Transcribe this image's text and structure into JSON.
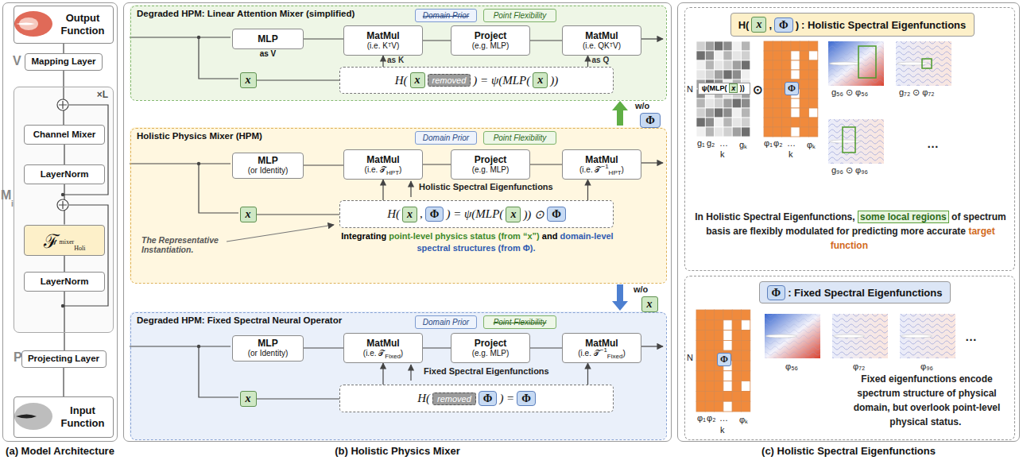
{
  "diagram": {
    "nodes": [
      {
        "text": [
          "(a) Model Architecture"
        ]
      },
      {
        "text": [
          "Output Function"
        ],
        "in": 0
      },
      {
        "text": [
          "Mapping Layer"
        ],
        "in": 0
      },
      {
        "text": [
          "×L"
        ],
        "in": 0
      },
      {
        "text": [
          "Channel Mixer"
        ],
        "in": 3
      },
      {
        "text": [
          "LayerNorm"
        ],
        "in": 3
      },
      {
        "text": [
          "ℱ",
          "mixer",
          "Holi"
        ],
        "in": 3
      },
      {
        "text": [
          "LayerNorm"
        ],
        "in": 3
      },
      {
        "text": [
          "Projecting Layer"
        ],
        "in": 0
      },
      {
        "text": [
          "Input Function"
        ],
        "in": 0
      },
      {
        "text": [
          "(b) Holistic Physics Mixer"
        ]
      },
      {
        "text": [
          "Degraded HPM: Linear Attention Mixer (simplified)"
        ],
        "in": 10
      },
      {
        "text": [
          "Domain Prior"
        ],
        "in": 11
      },
      {
        "text": [
          "Point Flexibility"
        ],
        "in": 11
      },
      {
        "text": [
          "MLP",
          "as V"
        ],
        "in": 11
      },
      {
        "text": [
          "MatMul",
          "(i.e. KᵀV)"
        ],
        "in": 11
      },
      {
        "text": [
          "Project",
          "(e.g. MLP)"
        ],
        "in": 11
      },
      {
        "text": [
          "MatMul",
          "(i.e. QKᵀV)"
        ],
        "in": 11
      },
      {
        "text": [
          "x"
        ],
        "in": 11
      },
      {
        "text": [
          "H(",
          ") = ψ(MLP(",
          "))"
        ],
        "in": 11
      },
      {
        "text": [
          "x"
        ],
        "in": 19
      },
      {
        "text": [
          "removed"
        ],
        "in": 19
      },
      {
        "text": [
          "x"
        ],
        "in": 19
      },
      {
        "text": [
          "Φ"
        ],
        "in": 10
      },
      {
        "text": [
          "Holistic Physics Mixer (HPM)"
        ],
        "in": 10
      },
      {
        "text": [
          "Domain Prior"
        ],
        "in": 24
      },
      {
        "text": [
          "Point Flexibility"
        ],
        "in": 24
      },
      {
        "text": [
          "MLP",
          "(or Identity)"
        ],
        "in": 24
      },
      {
        "text": [
          "MatMul",
          "(i.e. 𝒯",
          "HPT",
          ")"
        ],
        "in": 24
      },
      {
        "text": [
          "Project",
          "(e.g. MLP)"
        ],
        "in": 24
      },
      {
        "text": [
          "MatMul",
          "(i.e. 𝒯",
          "−1",
          "HPT",
          ")"
        ],
        "in": 24
      },
      {
        "text": [
          "x"
        ],
        "in": 24
      },
      {
        "text": [
          "H(",
          ",",
          ") = ψ(MLP(",
          ")) ⊙"
        ],
        "in": 24
      },
      {
        "text": [
          "x"
        ],
        "in": 32
      },
      {
        "text": [
          "Φ"
        ],
        "in": 32
      },
      {
        "text": [
          "x"
        ],
        "in": 32
      },
      {
        "text": [
          "Φ"
        ],
        "in": 32
      },
      {
        "text": [
          "x"
        ],
        "in": 10
      },
      {
        "text": [
          "Degraded HPM: Fixed Spectral Neural Operator"
        ],
        "in": 10
      },
      {
        "text": [
          "Domain Prior"
        ],
        "in": 38
      },
      {
        "text": [
          "Point Flexibility"
        ],
        "in": 38
      },
      {
        "text": [
          "MLP",
          "(or Identity)"
        ],
        "in": 38
      },
      {
        "text": [
          "MatMul",
          "(i.e. 𝒯",
          "Fixed",
          ")"
        ],
        "in": 38
      },
      {
        "text": [
          "Project",
          "(e.g. MLP)"
        ],
        "in": 38
      },
      {
        "text": [
          "MatMul",
          "(i.e. 𝒯",
          "−1",
          "Fixed",
          ")"
        ],
        "in": 38
      },
      {
        "text": [
          "x"
        ],
        "in": 38
      },
      {
        "text": [
          "H(",
          ") ="
        ],
        "in": 38
      },
      {
        "text": [
          "removed"
        ],
        "in": 46
      },
      {
        "text": [
          "Φ"
        ],
        "in": 46
      },
      {
        "text": [
          "Φ"
        ],
        "in": 46
      },
      {
        "text": [
          "(c) Holistic Spectral Eigenfunctions"
        ]
      },
      {
        "text": [
          "In Holistic Spectral Eigenfunctions,",
          "some local regions",
          "of spectrum basis are flexibly modulated for predicting",
          "more accurate",
          "target function"
        ],
        "in": 50
      },
      {
        "text": [
          "H(",
          ",",
          ")",
          ": Holistic Spectral Eigenfunctions"
        ],
        "in": 51
      },
      {
        "text": [
          "x"
        ],
        "in": 52
      },
      {
        "text": [
          "Φ"
        ],
        "in": 52
      },
      {
        "text": [
          "Fixed eigenfunctions encode spectrum structure of physical domain, but overlook point-level physical status."
        ],
        "in": 50
      },
      {
        "text": [
          ": Fixed Spectral Eigenfunctions"
        ],
        "in": 55
      },
      {
        "text": [
          "Φ"
        ],
        "in": 56
      }
    ],
    "edges": [
      {
        "from": 9,
        "to": 8,
        "arrow": "none"
      },
      {
        "from": 8,
        "to": 7,
        "arrow": "none"
      },
      {
        "from": 7,
        "to": 6,
        "arrow": "none"
      },
      {
        "from": 6,
        "to": 5,
        "arrow": "none"
      },
      {
        "from": 5,
        "to": 4,
        "arrow": "none"
      },
      {
        "from": 4,
        "to": 2,
        "arrow": "none"
      },
      {
        "from": 2,
        "to": 1,
        "arrow": "none"
      },
      {
        "from": 14,
        "to": 15,
        "arrow": "none"
      },
      {
        "from": 15,
        "to": 16,
        "arrow": "none"
      },
      {
        "from": 16,
        "to": 17,
        "arrow": "none"
      },
      {
        "from": 18,
        "to": 19,
        "arrow": "none"
      },
      {
        "from": 19,
        "to": 15,
        "label": "as K",
        "arrow": "to"
      },
      {
        "from": 19,
        "to": 17,
        "label": "as Q",
        "arrow": "to"
      },
      {
        "from": 27,
        "to": 28,
        "arrow": "none"
      },
      {
        "from": 28,
        "to": 29,
        "arrow": "none"
      },
      {
        "from": 29,
        "to": 30,
        "arrow": "none"
      },
      {
        "from": 31,
        "to": 32,
        "arrow": "none"
      },
      {
        "from": 32,
        "to": 28,
        "arrow": "to"
      },
      {
        "from": 32,
        "to": 30,
        "arrow": "to"
      },
      {
        "from": 41,
        "to": 42,
        "arrow": "none"
      },
      {
        "from": 42,
        "to": 43,
        "arrow": "none"
      },
      {
        "from": 43,
        "to": 44,
        "arrow": "none"
      },
      {
        "from": 45,
        "to": 46,
        "arrow": "none"
      },
      {
        "from": 46,
        "to": 42,
        "arrow": "to"
      },
      {
        "from": 46,
        "to": 44,
        "arrow": "to"
      }
    ],
    "labels": [
      "V",
      "M",
      "i",
      "P",
      "w/o",
      "The Representative Instantiation.",
      "Integrating",
      "point-level physics status (from “x”)",
      "and",
      "domain-level spectral structures (from Φ).",
      "Holistic Spectral Eigenfunctions",
      "w/o",
      "Fixed Spectral Eigenfunctions",
      "N",
      "ψ(MLP(",
      "x",
      "))",
      "g₁",
      "g₂",
      "…",
      "gₖ",
      "k",
      "⊙",
      "Φ",
      "φ₁",
      "φ₂",
      "…",
      "φₖ",
      "k",
      "g₅₆ ⊙ φ₅₆",
      "g₇₂ ⊙ φ₇₂",
      "g₉₆ ⊙ φ₉₆",
      "…",
      "N",
      "Φ",
      "φ₁",
      "φ₂",
      "…",
      "φₖ",
      "k",
      "φ₅₆",
      "φ₇₂",
      "φ₉₆",
      "…"
    ]
  }
}
